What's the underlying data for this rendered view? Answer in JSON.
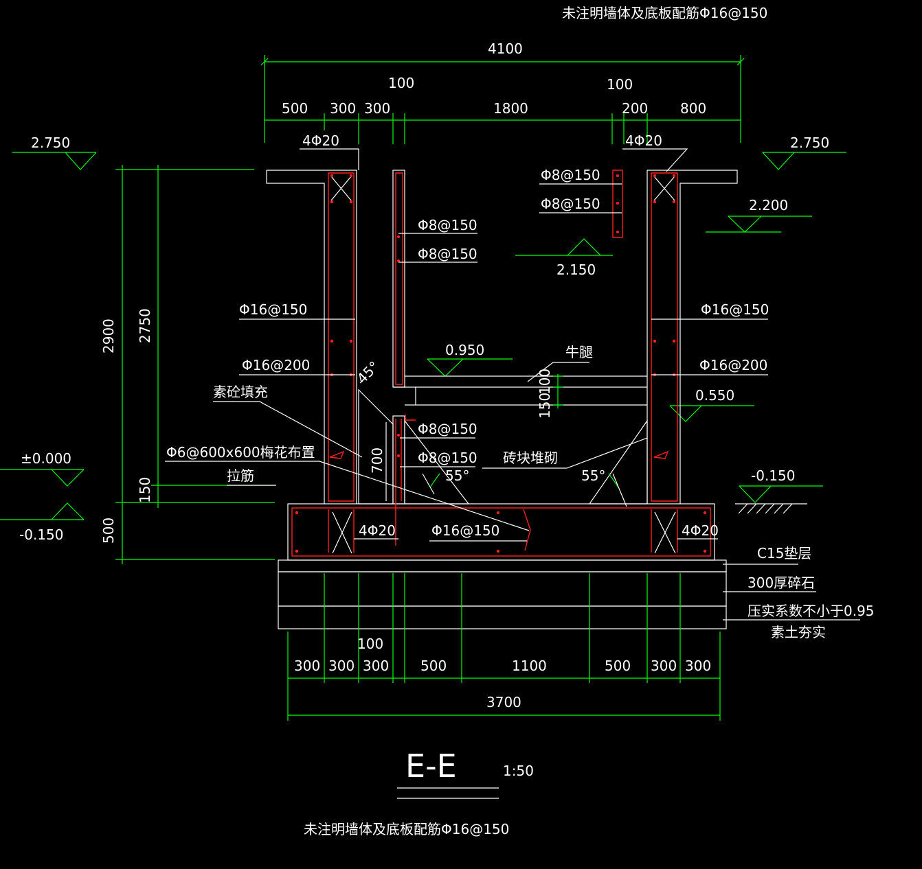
{
  "notes": {
    "top_note": "未注明墙体及底板配筋Φ16@150",
    "bottom_note": "未注明墙体及底板配筋Φ16@150"
  },
  "section": {
    "title": "E-E",
    "scale": "1:50"
  },
  "dims_top": {
    "total": "4100",
    "d100_left": "100",
    "d100_right": "100",
    "d500": "500",
    "d300a": "300",
    "d300b": "300",
    "d1800": "1800",
    "d200": "200",
    "d800": "800"
  },
  "dims_bottom": {
    "total": "3700",
    "d100": "100",
    "d300a": "300",
    "d300b": "300",
    "d300c": "300",
    "d500a": "500",
    "d1100": "1100",
    "d500b": "500",
    "d300d": "300",
    "d300e": "300"
  },
  "dims_left": {
    "d2900": "2900",
    "d2750": "2750",
    "d150": "150",
    "d500": "500"
  },
  "dims_corbel": {
    "d150": "150",
    "d100": "100",
    "d700": "700"
  },
  "levels": {
    "top_left": "2.750",
    "top_right": "2.750",
    "l2200": "2.200",
    "l2150": "2.150",
    "l0950": "0.950",
    "l0550": "0.550",
    "zero": "±0.000",
    "neg_left": "-0.150",
    "neg_right": "-0.150"
  },
  "rebar": {
    "tl_4phi20": "4Φ20",
    "tr_4phi20": "4Φ20",
    "bl_4phi20": "4Φ20",
    "br_4phi20": "4Φ20",
    "mid_a": "Φ8@150",
    "mid_b": "Φ8@150",
    "rt_a": "Φ8@150",
    "rt_b": "Φ8@150",
    "lw_150": "Φ16@150",
    "lw_200": "Φ16@200",
    "rw_150": "Φ16@150",
    "rw_200": "Φ16@200",
    "low_a": "Φ8@150",
    "low_b": "Φ8@150",
    "base": "Φ16@150",
    "tie": "Φ6@600x600梅花布置",
    "tie2": "拉筋"
  },
  "labels": {
    "fill": "素砼填充",
    "corbel": "牛腿",
    "brick": "砖块堆砌",
    "angle45": "45°",
    "angle55a": "55°",
    "angle55b": "55°",
    "c15": "C15垫层",
    "gravel": "300厚碎石",
    "compact1": "压实系数不小于0.95",
    "compact2": "素土夯实"
  }
}
